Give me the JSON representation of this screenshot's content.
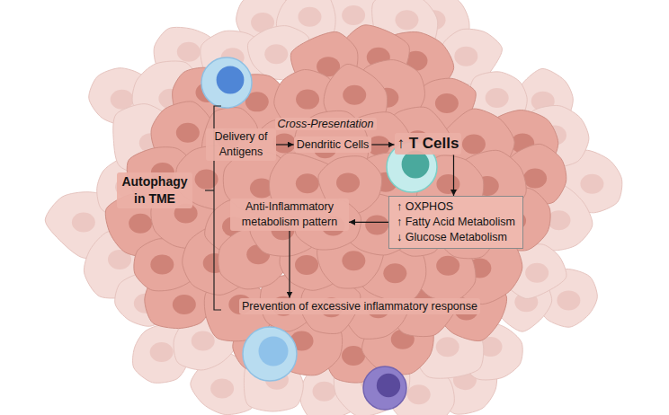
{
  "diagram": {
    "nodes": [
      {
        "text": [
          "Autophagy in TME"
        ]
      },
      {
        "text": [
          "Delivery of Antigens"
        ]
      },
      {
        "text": [
          "Dendritic Cells"
        ]
      },
      {
        "text": [
          "↑ T Cells"
        ]
      },
      {
        "text": [
          "↑ OXPHOS",
          "↑ Fatty Acid Metabolism",
          "↓ Glucose Metabolism"
        ]
      },
      {
        "text": [
          "Anti-Inflammatory metabolism pattern"
        ]
      },
      {
        "text": [
          "Prevention of excessive inflammatory response"
        ]
      }
    ],
    "edges": [
      {
        "from": 1,
        "to": 2,
        "arrow": "to"
      },
      {
        "from": 2,
        "to": 3,
        "arrow": "to"
      },
      {
        "from": 3,
        "to": 4,
        "arrow": "to"
      },
      {
        "from": 4,
        "to": 5,
        "arrow": "to"
      },
      {
        "from": 5,
        "to": 6,
        "arrow": "to"
      }
    ],
    "labels": [
      "Cross-Presentation"
    ]
  }
}
